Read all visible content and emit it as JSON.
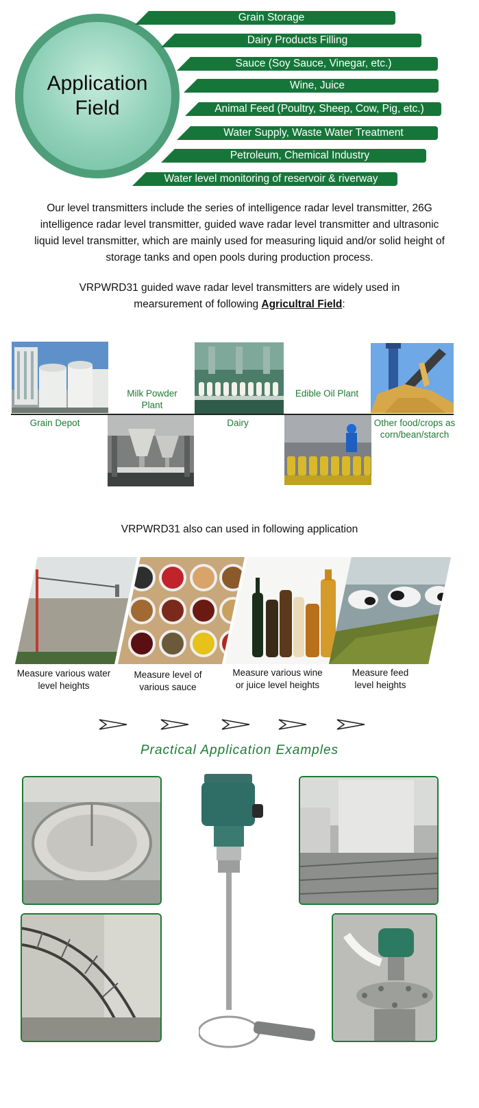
{
  "application_field": {
    "title": "Application Field",
    "items": [
      "Grain Storage",
      "Dairy Products Filling",
      "Sauce (Soy Sauce, Vinegar, etc.)",
      "Wine, Juice",
      "Animal Feed (Poultry, Sheep, Cow, Pig, etc.)",
      "Water Supply, Waste Water Treatment",
      "Petroleum, Chemical Industry",
      "Water level monitoring of reservoir & riverway"
    ]
  },
  "intro": {
    "paragraph": "Our level transmitters include the series of intelligence radar level transmitter, 26G intelligence radar level transmitter, guided wave radar level transmitter and ultrasonic liquid level transmitter, which are mainly used for measuring liquid and/or solid height of storage tanks and open pools during production process.",
    "agri_sentence_before": "VRPWRD31 guided wave radar level transmitters are widely used in mearsurement of following ",
    "agri_link": "Agricultral Field",
    "agri_sentence_after": ":"
  },
  "agricultural": {
    "grain_depot": "Grain Depot",
    "milk_powder": "Milk Powder Plant",
    "dairy": "Dairy",
    "edible_oil": "Edible Oil Plant",
    "other_food": "Other food/crops as corn/bean/starch"
  },
  "also": {
    "heading": "VRPWRD31 also can used in following application",
    "water": "Measure various water level heights",
    "sauce": "Measure level of various sauce",
    "wine": "Measure various wine or juice level heights",
    "feed": "Measure feed level heights"
  },
  "examples": {
    "title": "Practical Application Examples"
  },
  "colors": {
    "brand_green": "#16763a",
    "caption_green": "#1f7a34",
    "circle_green": "#4e9e7a"
  }
}
